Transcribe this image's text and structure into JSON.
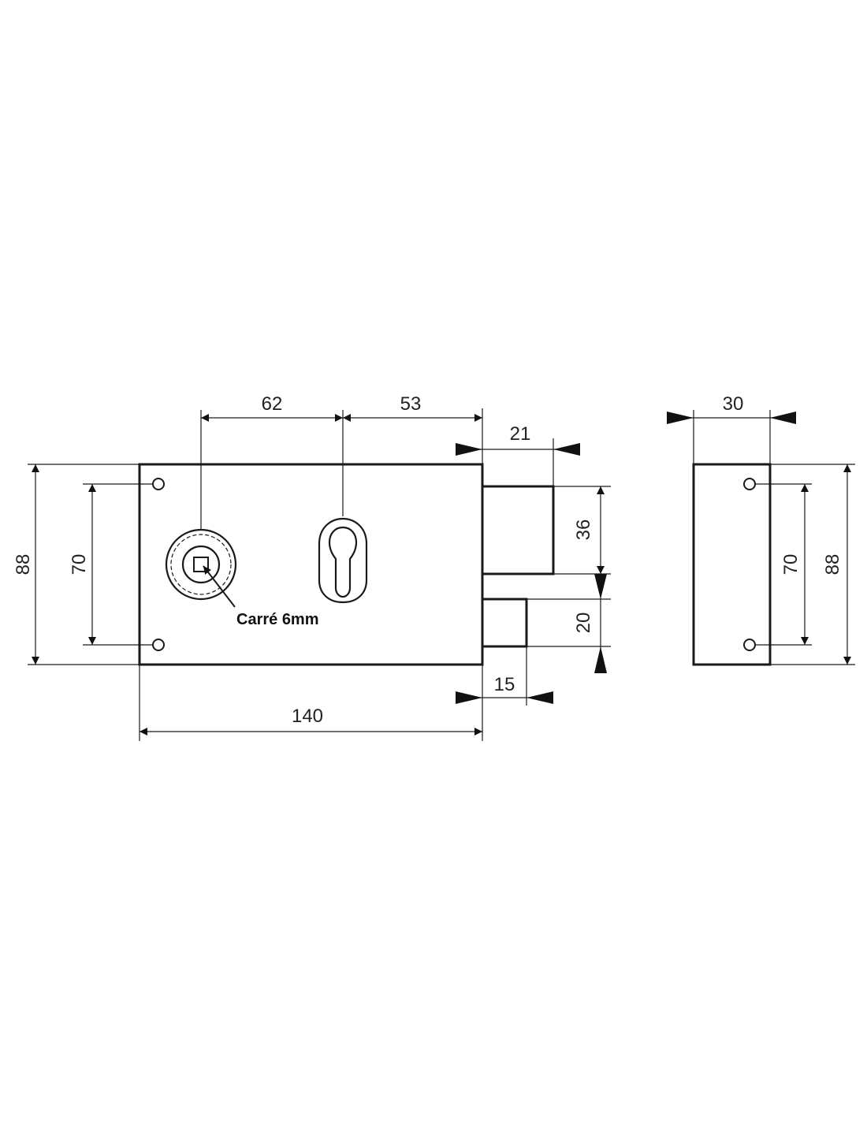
{
  "dimensions": {
    "front": {
      "height_outer": "88",
      "hole_spacing": "70",
      "follower_to_cylinder": "62",
      "cylinder_to_edge": "53",
      "deadbolt_throw": "21",
      "deadbolt_height": "36",
      "latch_height": "20",
      "latch_throw": "15",
      "case_length": "140"
    },
    "side": {
      "depth": "30",
      "hole_spacing": "70",
      "height_outer": "88"
    }
  },
  "annotations": {
    "follower": "Carré 6mm"
  }
}
